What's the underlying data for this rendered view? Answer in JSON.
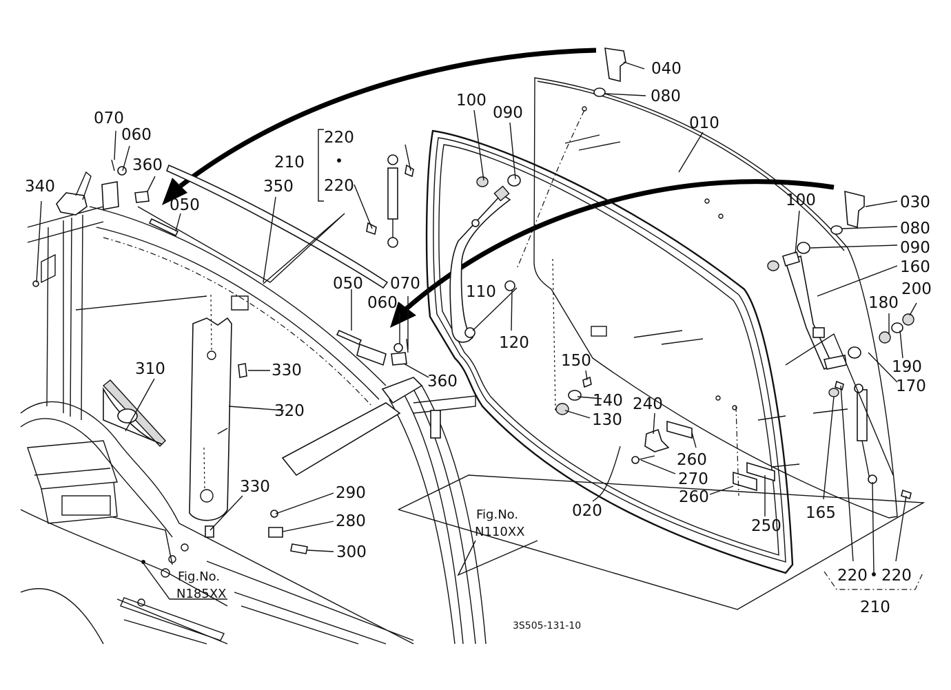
{
  "parts": {
    "p010": "010",
    "p020": "020",
    "p030": "030",
    "p040": "040",
    "p050a": "050",
    "p050b": "050",
    "p060a": "060",
    "p060b": "060",
    "p070a": "070",
    "p070b": "070",
    "p080a": "080",
    "p080b": "080",
    "p090a": "090",
    "p090b": "090",
    "p100a": "100",
    "p100b": "100",
    "p110": "110",
    "p120": "120",
    "p130": "130",
    "p140": "140",
    "p150": "150",
    "p160": "160",
    "p165": "165",
    "p170": "170",
    "p180": "180",
    "p190": "190",
    "p200": "200",
    "p210a": "210",
    "p210b": "210",
    "p220a": "220",
    "p220b": "220",
    "p220c": "220",
    "p220d": "220",
    "p240": "240",
    "p250": "250",
    "p260a": "260",
    "p260b": "260",
    "p270": "270",
    "p280": "280",
    "p290": "290",
    "p300": "300",
    "p310": "310",
    "p320": "320",
    "p330a": "330",
    "p330b": "330",
    "p340": "340",
    "p350": "350",
    "p360a": "360",
    "p360b": "360"
  },
  "references": {
    "fig_a_title": "Fig.No.",
    "fig_a_code": "N110XX",
    "fig_b_title": "Fig.No.",
    "fig_b_code": "N185XX"
  },
  "drawing_code": "3S505-131-10"
}
